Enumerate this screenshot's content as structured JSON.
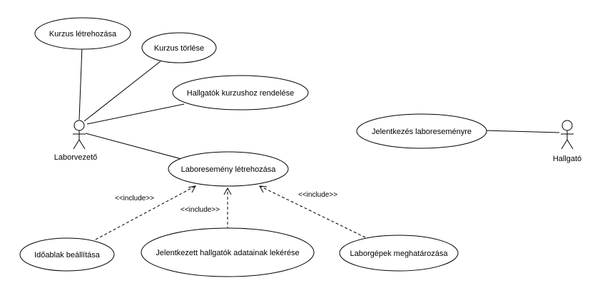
{
  "actors": {
    "laborvezeto": "Laborvezető",
    "hallgato": "Hallgató"
  },
  "use_cases": {
    "kurzus_letrehozasa": "Kurzus létrehozása",
    "kurzus_torlese": "Kurzus törlése",
    "hallgatok_kurzushoz": "Hallgatók kurzushoz rendelése",
    "laboresemeny_letrehozasa": "Laboresemény létrehozása",
    "jelentkezes": "Jelentkezés laboreseményre",
    "idoablak": "Időablak beállítása",
    "jelentkezett_hallgatok": "Jelentkezett hallgatók adatainak lekérése",
    "laborgepek": "Laborgépek meghatározása"
  },
  "relations": {
    "include_1": "<<include>>",
    "include_2": "<<include>>",
    "include_3": "<<include>>"
  }
}
